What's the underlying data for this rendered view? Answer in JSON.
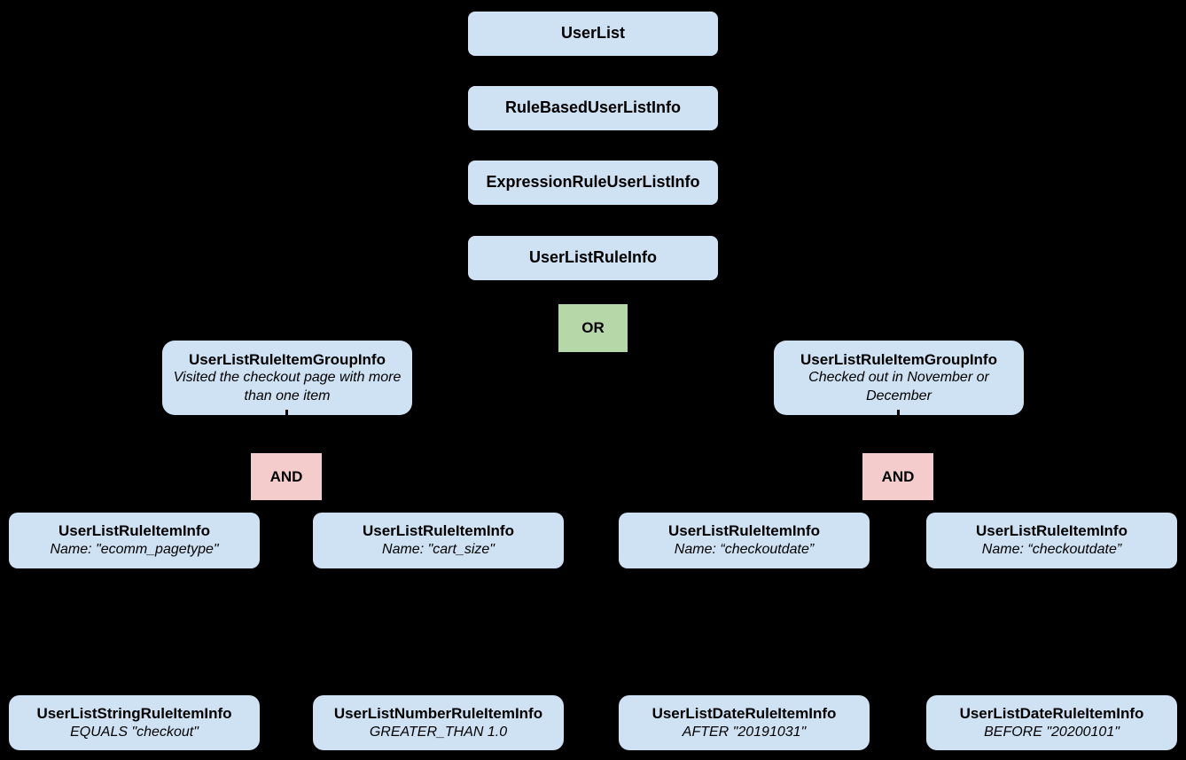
{
  "diagram": {
    "background_color": "#000000",
    "node_color": "#cfe2f3",
    "or_color": "#b6d7a8",
    "and_color": "#f4cccc",
    "text_color": "#000000",
    "chain": [
      {
        "label": "UserList"
      },
      {
        "label": "RuleBasedUserListInfo"
      },
      {
        "label": "ExpressionRuleUserListInfo"
      },
      {
        "label": "UserListRuleInfo"
      }
    ],
    "or_label": "OR",
    "groups": [
      {
        "title": "UserListRuleItemGroupInfo",
        "subtitle": "Visited the checkout page with more than one item",
        "operator": "AND"
      },
      {
        "title": "UserListRuleItemGroupInfo",
        "subtitle": "Checked out in November or December",
        "operator": "AND"
      }
    ],
    "rule_items": [
      {
        "title": "UserListRuleItemInfo",
        "subtitle": "Name: \"ecomm_pagetype\""
      },
      {
        "title": "UserListRuleItemInfo",
        "subtitle": "Name: \"cart_size\""
      },
      {
        "title": "UserListRuleItemInfo",
        "subtitle": "Name: “checkoutdate”"
      },
      {
        "title": "UserListRuleItemInfo",
        "subtitle": "Name: “checkoutdate”"
      }
    ],
    "leaves": [
      {
        "title": "UserListStringRuleItemInfo",
        "subtitle": "EQUALS \"checkout\""
      },
      {
        "title": "UserListNumberRuleItemInfo",
        "subtitle": "GREATER_THAN 1.0"
      },
      {
        "title": "UserListDateRuleItemInfo",
        "subtitle": "AFTER \"20191031\""
      },
      {
        "title": "UserListDateRuleItemInfo",
        "subtitle": "BEFORE \"20200101\""
      }
    ]
  }
}
